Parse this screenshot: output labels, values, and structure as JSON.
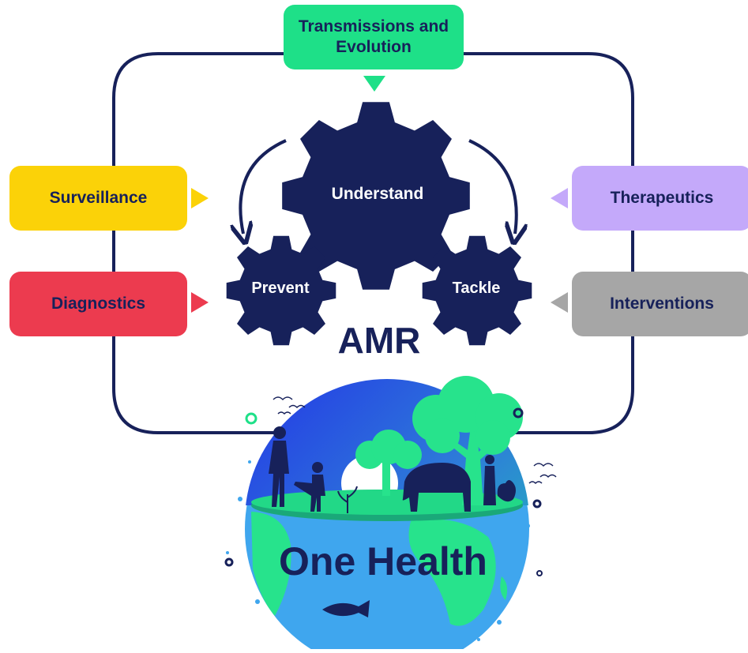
{
  "diagram": {
    "center_label": "AMR",
    "gears": {
      "understand": "Understand",
      "prevent": "Prevent",
      "tackle": "Tackle"
    },
    "boxes": {
      "top": "Transmissions and Evolution",
      "surveillance": "Surveillance",
      "diagnostics": "Diagnostics",
      "therapeutics": "Therapeutics",
      "interventions": "Interventions"
    },
    "globe_label": "One Health"
  },
  "colors": {
    "navy": "#17215a",
    "green": "#1ee088",
    "yellow": "#fbd208",
    "red": "#ec3b4f",
    "lavender": "#c4a9fa",
    "gray": "#a6a6a6",
    "ocean": "#3fa6ee",
    "globe_top": "#2a49e6"
  }
}
